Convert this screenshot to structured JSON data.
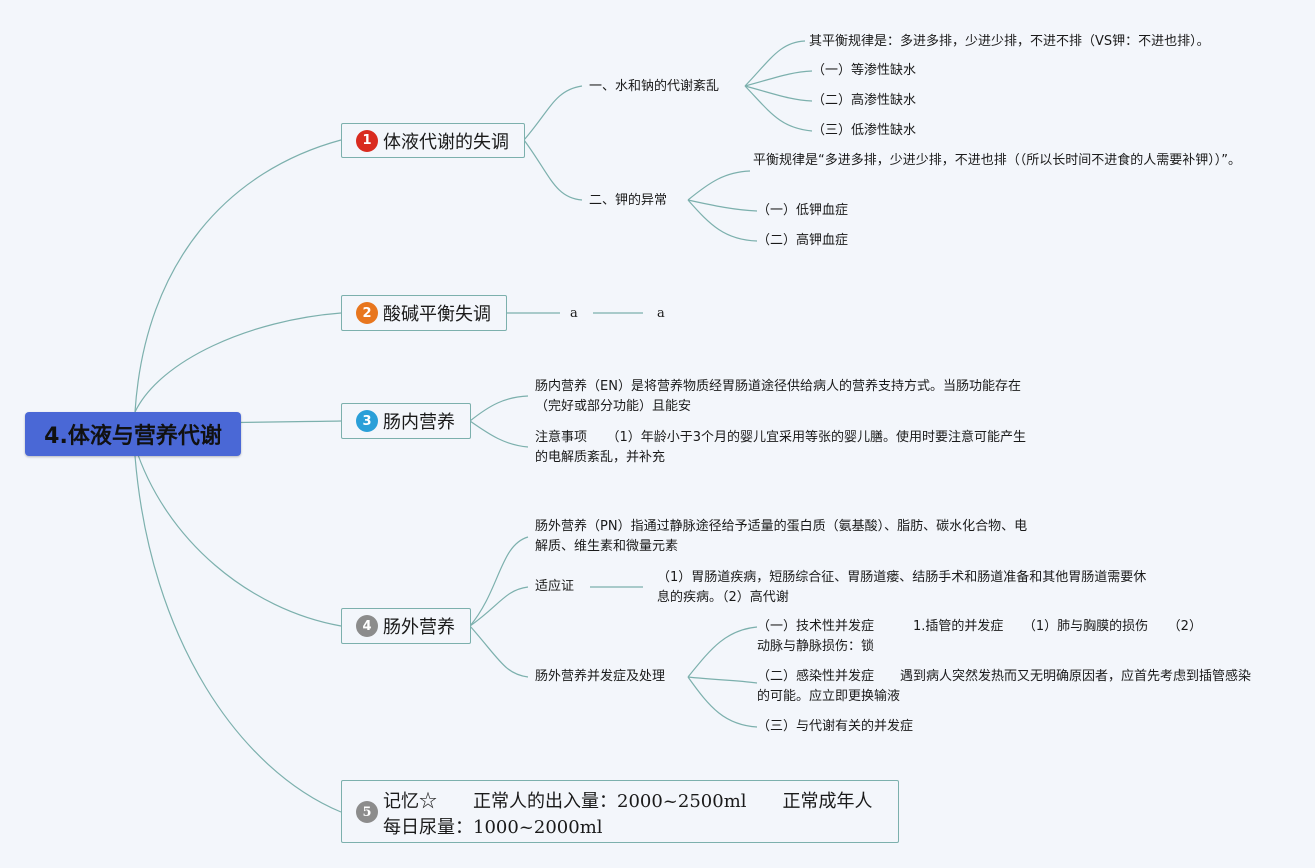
{
  "root": {
    "title": "4.体液与营养代谢"
  },
  "colors": {
    "root": "#4a68d6",
    "line": "#7cb0ad",
    "badge1": "#d92b1f",
    "badge2": "#e8761e",
    "badge3": "#2a9fd8",
    "badge4": "#8c8c8c",
    "badge5": "#8c8c8c"
  },
  "branches": [
    {
      "num": "1",
      "label": "体液代谢的失调"
    },
    {
      "num": "2",
      "label": "酸碱平衡失调"
    },
    {
      "num": "3",
      "label": "肠内营养"
    },
    {
      "num": "4",
      "label": "肠外营养"
    },
    {
      "num": "5",
      "label": "记忆☆　　正常人的出入量：2000~2500ml　　正常成年人每日尿量：1000~2000ml"
    }
  ],
  "b1": {
    "water": {
      "label": "一、水和钠的代谢紊乱",
      "items": [
        "其平衡规律是：多进多排，少进少排，不进不排（VS钾：不进也排）。",
        "（一）等渗性缺水",
        "（二）高渗性缺水",
        "（三）低渗性缺水"
      ]
    },
    "potassium": {
      "label": "二、钾的异常",
      "items": [
        "平衡规律是“多进多排，少进少排，不进也排（（所以长时间不进食的人需要补钾））”。",
        "（一）低钾血症",
        "（二）高钾血症"
      ]
    }
  },
  "b2": {
    "items": [
      "a",
      "a"
    ]
  },
  "b3": {
    "items": [
      "肠内营养（EN）是将营养物质经胃肠道途径供给病人的营养支持方式。当肠功能存在（完好或部分功能）且能安",
      "注意事项　　（1）年龄小于3个月的婴儿宜采用等张的婴儿膳。使用时要注意可能产生的电解质紊乱，并补充"
    ]
  },
  "b4": {
    "def": "肠外营养（PN）指通过静脉途径给予适量的蛋白质（氨基酸）、脂肪、碳水化合物、电解质、维生素和微量元素",
    "indication": {
      "label": "适应证",
      "text": "（1）胃肠道疾病，短肠综合征、胃肠道瘘、结肠手术和肠道准备和其他胃肠道需要休息的疾病。（2）高代谢"
    },
    "complication": {
      "label": "肠外营养并发症及处理",
      "items": [
        "（一）技术性并发症　　　1.插管的并发症　　（1）肺与胸膜的损伤　　（2）动脉与静脉损伤：锁",
        "（二）感染性并发症　　遇到病人突然发热而又无明确原因者，应首先考虑到插管感染的可能。应立即更换输液",
        "（三）与代谢有关的并发症"
      ]
    }
  }
}
